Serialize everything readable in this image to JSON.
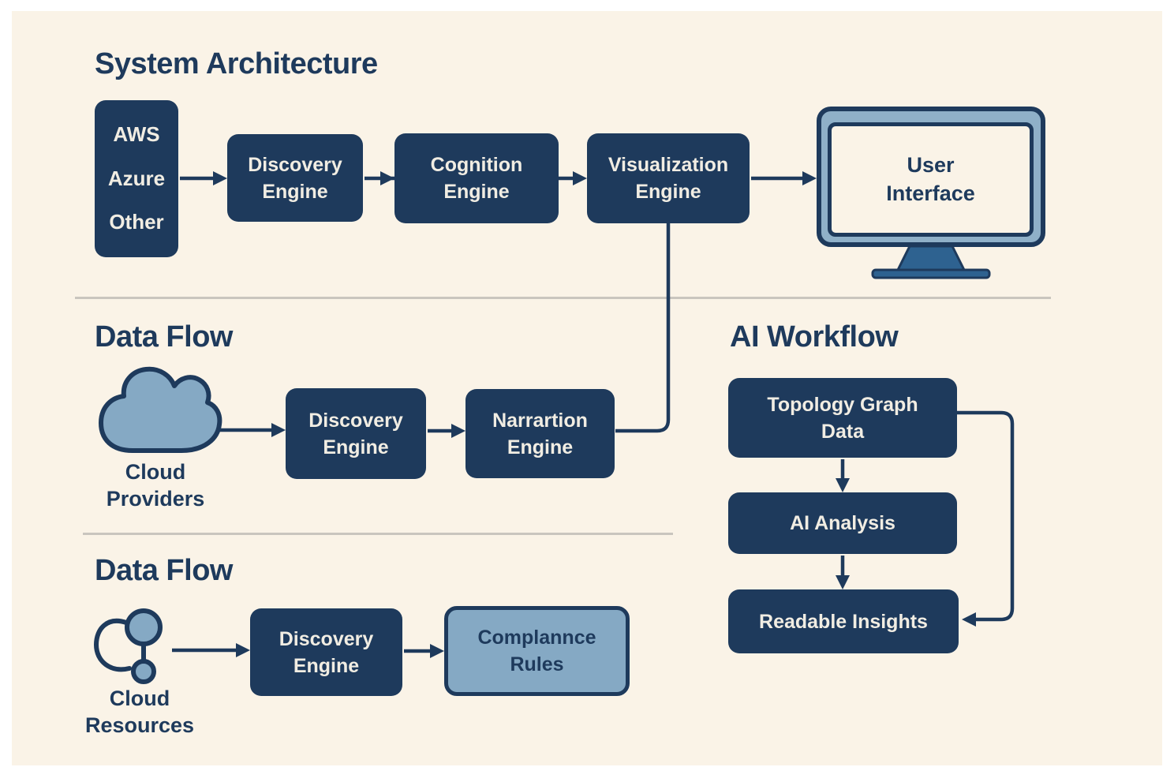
{
  "sections": {
    "system_architecture": {
      "heading": "System Architecture",
      "providers_box": {
        "line1": "AWS",
        "line2": "Azure",
        "line3": "Other"
      },
      "discovery_box": {
        "line1": "Discovery",
        "line2": "Engine"
      },
      "cognition_box": {
        "line1": "Cognition",
        "line2": "Engine"
      },
      "visualization_box": {
        "line1": "Visualization",
        "line2": "Engine"
      },
      "user_interface": {
        "line1": "User",
        "line2": "Interface"
      }
    },
    "data_flow_providers": {
      "heading": "Data Flow",
      "cloud_label": {
        "line1": "Cloud",
        "line2": "Providers"
      },
      "discovery_box": {
        "line1": "Discovery",
        "line2": "Engine"
      },
      "narration_box": {
        "line1": "Narrartion",
        "line2": "Engine"
      }
    },
    "ai_workflow": {
      "heading": "AI Workflow",
      "topology_box": {
        "line1": "Topology Graph",
        "line2": "Data"
      },
      "analysis_box": {
        "label": "AI Analysis"
      },
      "insights_box": {
        "label": "Readable Insights"
      }
    },
    "data_flow_resources": {
      "heading": "Data Flow",
      "resources_label": {
        "line1": "Cloud",
        "line2": "Resources"
      },
      "discovery_box": {
        "line1": "Discovery",
        "line2": "Engine"
      },
      "compliance_box": {
        "line1": "Complannce",
        "line2": "Rules"
      }
    }
  },
  "icons": {
    "cloud": "cloud-icon",
    "monitor": "monitor-icon",
    "resources": "node-cluster-icon"
  },
  "colors": {
    "page_background": "#ffffff",
    "canvas_background": "#faf3e7",
    "navy": "#1e3a5c",
    "box_text": "#f1ede3",
    "steel_blue": "#85a9c4",
    "monitor_bezel": "#8fb0c8",
    "monitor_stand": "#2e6290",
    "divider": "#c9c5be"
  }
}
